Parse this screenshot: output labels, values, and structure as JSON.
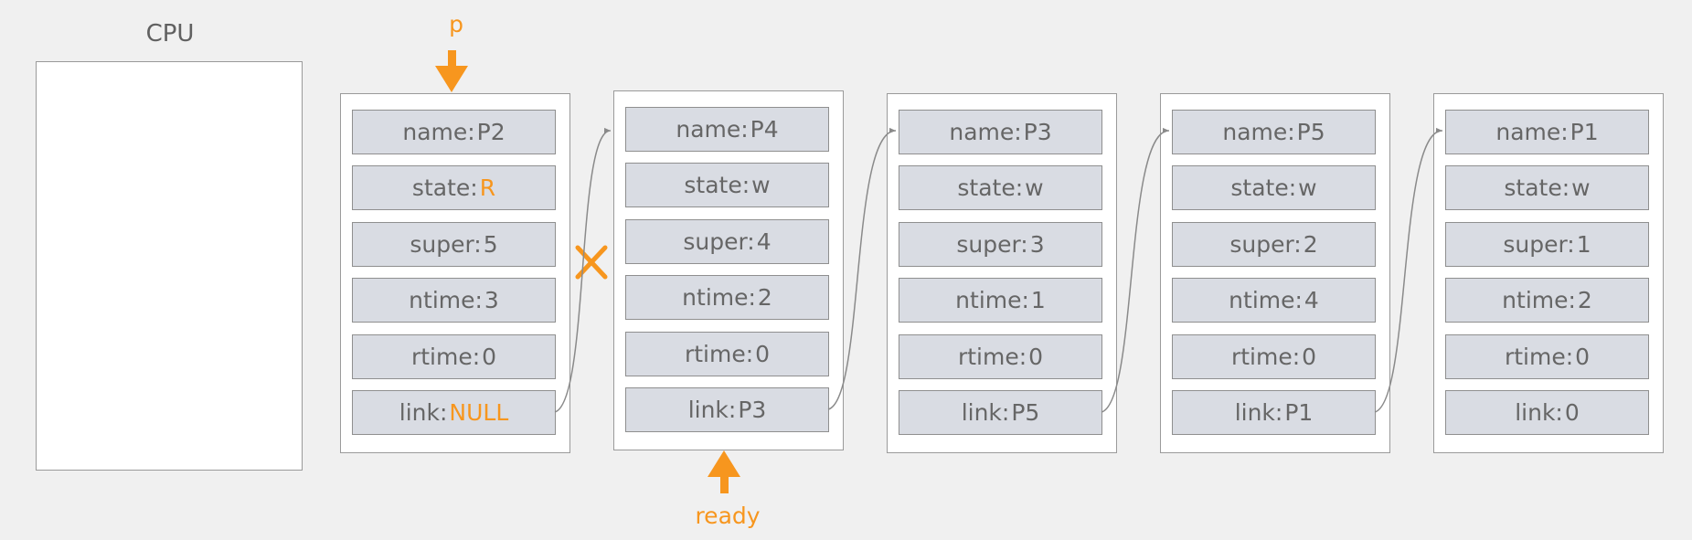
{
  "cpu": {
    "title": "CPU"
  },
  "pointers": {
    "p": "p",
    "ready": "ready"
  },
  "pcbs": [
    {
      "fields": [
        {
          "key": "name:",
          "value": "P2",
          "highlight": false
        },
        {
          "key": "state:",
          "value": "R",
          "highlight": true
        },
        {
          "key": "super:",
          "value": "5",
          "highlight": false
        },
        {
          "key": "ntime:",
          "value": "3",
          "highlight": false
        },
        {
          "key": "rtime:",
          "value": "0",
          "highlight": false
        },
        {
          "key": "link:",
          "value": "NULL",
          "highlight": true
        }
      ]
    },
    {
      "fields": [
        {
          "key": "name:",
          "value": "P4",
          "highlight": false
        },
        {
          "key": "state:",
          "value": "w",
          "highlight": false
        },
        {
          "key": "super:",
          "value": "4",
          "highlight": false
        },
        {
          "key": "ntime:",
          "value": "2",
          "highlight": false
        },
        {
          "key": "rtime:",
          "value": "0",
          "highlight": false
        },
        {
          "key": "link:",
          "value": "P3",
          "highlight": false
        }
      ]
    },
    {
      "fields": [
        {
          "key": "name:",
          "value": "P3",
          "highlight": false
        },
        {
          "key": "state:",
          "value": "w",
          "highlight": false
        },
        {
          "key": "super:",
          "value": "3",
          "highlight": false
        },
        {
          "key": "ntime:",
          "value": "1",
          "highlight": false
        },
        {
          "key": "rtime:",
          "value": "0",
          "highlight": false
        },
        {
          "key": "link:",
          "value": "P5",
          "highlight": false
        }
      ]
    },
    {
      "fields": [
        {
          "key": "name:",
          "value": "P5",
          "highlight": false
        },
        {
          "key": "state:",
          "value": "w",
          "highlight": false
        },
        {
          "key": "super:",
          "value": "2",
          "highlight": false
        },
        {
          "key": "ntime:",
          "value": "4",
          "highlight": false
        },
        {
          "key": "rtime:",
          "value": "0",
          "highlight": false
        },
        {
          "key": "link:",
          "value": "P1",
          "highlight": false
        }
      ]
    },
    {
      "fields": [
        {
          "key": "name:",
          "value": "P1",
          "highlight": false
        },
        {
          "key": "state:",
          "value": "w",
          "highlight": false
        },
        {
          "key": "super:",
          "value": "1",
          "highlight": false
        },
        {
          "key": "ntime:",
          "value": "2",
          "highlight": false
        },
        {
          "key": "rtime:",
          "value": "0",
          "highlight": false
        },
        {
          "key": "link:",
          "value": "0",
          "highlight": false
        }
      ]
    }
  ],
  "colors": {
    "accent": "#f7961e",
    "field_bg": "#d9dce3",
    "border": "#9a9a9a",
    "text": "#666666",
    "background": "#f0f0f0"
  },
  "icons": {
    "broken_link": "cross-icon",
    "p_pointer": "arrow-down-icon",
    "ready_pointer": "arrow-up-icon"
  }
}
